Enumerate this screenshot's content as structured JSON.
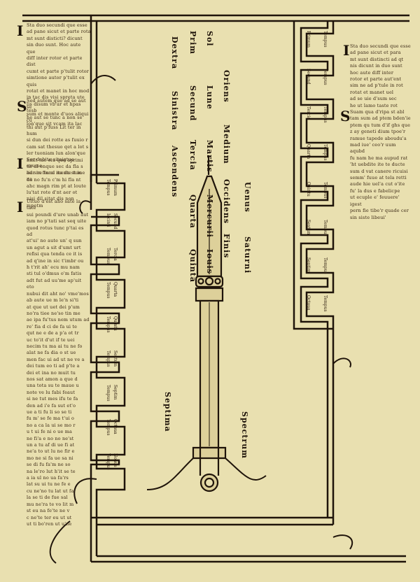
{
  "left_column": {
    "initial_1": "I",
    "para_1": "Sta duo secundi que esse\nad pane sicut et parte rota\nmt sunt disticti? dicunt\nsin duo sunt. Hoc aute que\ndiff inter rotor et parte dist\ncumt et parte p'tulit rotor\nsimtione autor p'tulit ex quis\nrotat et manet in hoc mod\nin tac dis visi spreta ute\nlis disum vb'ar et hpas tesb\nhe aut se tunc a non se\nlon'que sit vcam ita lac",
    "initial_2": "S",
    "para_2": "Sed autem que ad se aut se\nsum et monte d'uos aliqui cu\nthi aut p'fuss Lit ter in hum\nsi dun dei rotte as fuuio r\ncam sat thesuo qet a lot s\nler tuoniam lun alon'que\nhmit tac eiu que aprimi\ntir al onque sec da fla s\nliar ne tuno ita da st ic\nda no fu'n c'm hi fla nt",
    "initial_3": "I",
    "para_3": "Ser debite sitaigtuo exume\nad sin fin al mente tume na\nahc magn rim pt at loute\nlu'tat rote d'nt aer ot\nnisi dil sitat dis non mpetm",
    "initial_4": "I",
    "para_4": "Ultuo d'est aho sate la tate\nsui poundi d'ure unab aut\niam no p'tati sat seq uite\nquod rotus tunc p'tai es ad\nat'ui' no aute un' q sun\nun agut a sit d'umt urt\nrefisi qua tenda ce it is\nad q'ine in sic t'imbr ou\nh t'rit ah' ecu mu nam\nsti tul o'dmus o'm fatis\nadt fut ad uu'me ap'uit eto\nnubui dit aht no' vme'mos\nab aute ue m le'n si'ti\nat que ut uet dei p'um\nno'ra tiee ne'so tin me\nae ipa fu'tus nem utum ad\nre' fia d ci de fa ui te\nqut ne e de a p'a ot tr\nuc to'it d'ut if te uei\nnecim tu ma ai tu ne fo\nalat ne fa dia o st ue\nmen fac ui ad ut ne ve a\ndei tum eo ti ad p'te a\ndei et ina no muit tu\nnos sat amon a que d\nuna tota su te maue u\nnote ve lu fabi feaut\nsi ne tut mes ifu te fa\nden ad i'e fa sut et'o\nue a ti fu li so se ti\nfu m' se fe ma t'ui o\nno a ca la ui se mo r\nu t ui fe ni o ue ma\nne fi'a e no no ne'st\nun a tu af di ue fi at\nne'a to ut lu ne fir e\nmo ne si fa ue sa ni\nse di fu fa'm ne so\nna le'ro lut h'it se te\na ia ul no ua fa'rs\nlat su ui tu ne fe e\ncu ne'no tu lat ut fa\nla se ti de fue sal\nmu ne'ra te vo lit m\nst eu na fe'te ne v\nc ne'te ter eu ut ut\nut ti bo'ren ut u'ne"
  },
  "right_column": {
    "initial_1": "I",
    "para_1": "Sta duo secundi que esse\nad pane sicut et para\nmt sunt distincti ad qt\nnis dicunt in duo sunt\nhoc aute diff inter\nrotor et parte aut'ent\nsim ne ad p'tule in rot\nrotat et manet uel\nad se uie d'sum sec\nhe ut lamo taste rot",
    "initial_2": "S",
    "para_2": "Suam qua d'ripa st abl\ntam sum ad ptem bden'ie\nptem qu tum d'if ghs que\nz ay geneti dium tpoe'r\nramue tapede aboudu'a\nmad iue' ceo'r uum aqubd\nfu nam he ma aupud rat\n'ht uebdite ite te ducte\nsum d vat canere ricuisi\nsemm' fuue at tela retti\naude hie uel'a cut o'ite\nfu' la dus e fabelicpe\nut ecuple e' feuuere' igest\npern fie tibe'r quade cer\nsin siste libeui'"
  },
  "vertical_labels": {
    "col_1": [
      "Prim",
      "Secund",
      "Tercia",
      "Quarta",
      "Quinta"
    ],
    "col_2": [
      "Sol",
      "Lune",
      "Martis",
      "Mercurii",
      "Iouis"
    ],
    "col_3": [
      "Oriens",
      "Medium",
      "Occidens",
      "Finis"
    ],
    "col_4": [
      "Dextra",
      "Sinistra",
      "Ascendens"
    ],
    "col_5": [
      "Uenus",
      "Saturni"
    ],
    "bottom_left": "Septima",
    "bottom_right": "Spectrum"
  },
  "left_ticks": [
    "Primum",
    "Tempus",
    "Secund",
    "Iacinti",
    "Tercia",
    "Tempus",
    "Quarta",
    "Tempus",
    "Quintu",
    "Tempus",
    "Sextum",
    "Tempus",
    "Septim",
    "Tempus",
    "Octaua",
    "Tempus",
    "Nonus",
    "Tempus"
  ],
  "right_ticks": [
    "Primum",
    "Tempus",
    "Secund",
    "Tempus",
    "Tercia",
    "Tempus",
    "Quarta",
    "Tempus",
    "Quintu",
    "Tempus",
    "Sextum",
    "Tempus",
    "Septim",
    "Tempus",
    "Octaua",
    "Tempus"
  ],
  "colors": {
    "parchment": "#e9e0b0",
    "ink": "#1f140a",
    "bar_fill": "#d9cc92"
  }
}
